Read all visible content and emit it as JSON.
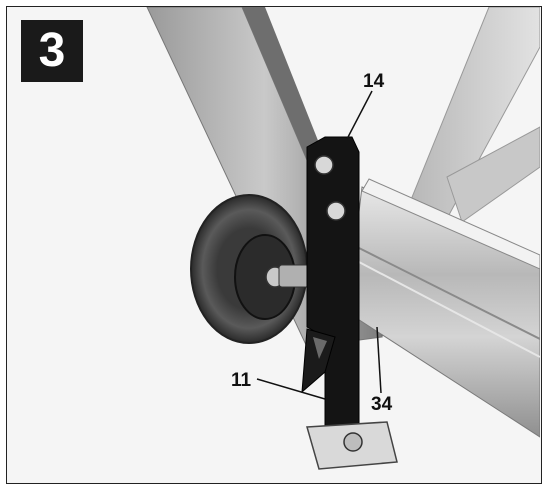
{
  "figure": {
    "number": "3",
    "callouts": [
      {
        "id": "14",
        "label": "14"
      },
      {
        "id": "11",
        "label": "11"
      },
      {
        "id": "34",
        "label": "34"
      }
    ]
  }
}
